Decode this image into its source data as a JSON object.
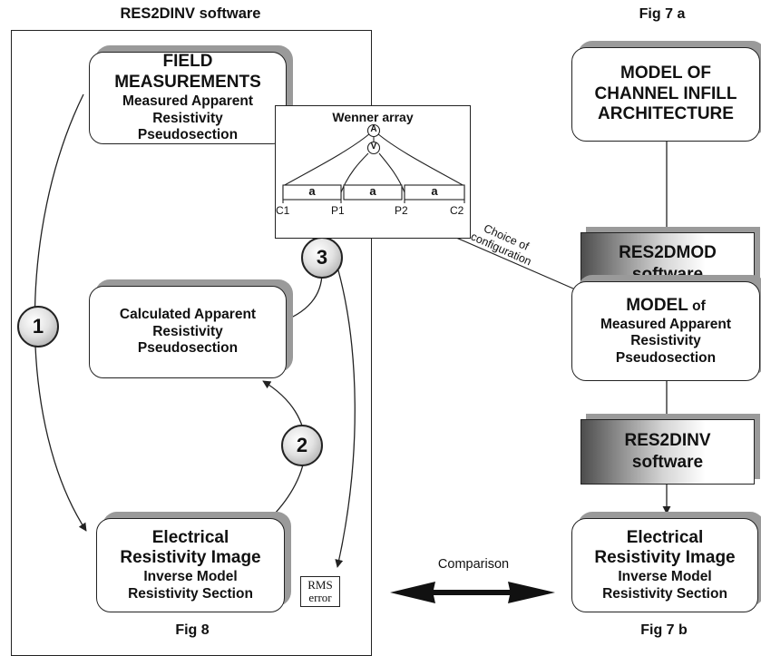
{
  "left_panel_title": "RES2DINV software",
  "fig8_caption": "Fig 8",
  "fig7a_caption": "Fig 7 a",
  "fig7b_caption": "Fig 7 b",
  "field_box": {
    "line1": "FIELD",
    "line2": "MEASUREMENTS",
    "line3": "Measured Apparent",
    "line4": "Resistivity",
    "line5": "Pseudosection"
  },
  "calc_box": {
    "line1": "Calculated Apparent",
    "line2": "Resistivity",
    "line3": "Pseudosection"
  },
  "image_box_left": {
    "line1": "Electrical",
    "line2": "Resistivity Image",
    "line3": "Inverse Model",
    "line4": "Resistivity Section"
  },
  "model_box": {
    "line1": "MODEL OF",
    "line2": "CHANNEL INFILL",
    "line3": "ARCHITECTURE"
  },
  "res2dmod_box": {
    "line1": "RES2DMOD",
    "line2": "software"
  },
  "model_measured_box": {
    "line1a": "MODEL",
    "line1b": " of",
    "line2": "Measured Apparent",
    "line3": "Resistivity",
    "line4": "Pseudosection"
  },
  "res2dinv_box": {
    "line1": "RES2DINV",
    "line2": "software"
  },
  "image_box_right": {
    "line1": "Electrical",
    "line2": "Resistivity Image",
    "line3": "Inverse Model",
    "line4": "Resistivity Section"
  },
  "wenner": {
    "title": "Wenner array",
    "ammeter": "A",
    "voltmeter": "V",
    "spacing": [
      "a",
      "a",
      "a"
    ],
    "electrodes": [
      "C1",
      "P1",
      "P2",
      "C2"
    ]
  },
  "choice_label_1": "Choice of",
  "choice_label_2": "configuration",
  "comparison_label": "Comparison",
  "rms_label_1": "RMS",
  "rms_label_2": "error",
  "step_numbers": [
    "1",
    "2",
    "3"
  ]
}
